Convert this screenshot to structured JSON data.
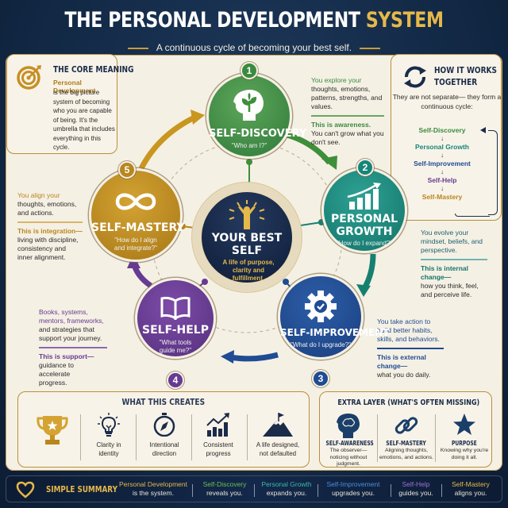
{
  "header": {
    "title_main": "THE PERSONAL DEVELOPMENT",
    "title_accent": "SYSTEM",
    "subtitle": "A continuous cycle of becoming your best self."
  },
  "colors": {
    "navy": "#132a47",
    "gold": "#e5b84a",
    "discovery_green": "#3a8a3f",
    "growth_teal": "#178579",
    "improvement_blue": "#1f4c93",
    "help_purple": "#663b92",
    "mastery_gold": "#b8861e",
    "cream": "#f5f0e4"
  },
  "core_meaning": {
    "icon": "target-icon",
    "heading": "THE CORE MEANING",
    "lead": "Personal Development",
    "body": "is the big picture system of becoming who you are capable of being. It's the umbrella that includes everything in this cycle."
  },
  "how_it_works": {
    "icon": "cycle-arrows-icon",
    "heading": "HOW IT WORKS TOGETHER",
    "intro": "They are not separate— they form a continuous cycle:",
    "flow": [
      {
        "label": "Self-Discovery",
        "color": "#3a8a3f"
      },
      {
        "label": "Personal Growth",
        "color": "#178579"
      },
      {
        "label": "Self-Improvement",
        "color": "#1f4c93"
      },
      {
        "label": "Self-Help",
        "color": "#663b92"
      },
      {
        "label": "Self-Mastery",
        "color": "#b8861e"
      }
    ],
    "flow_arrow": "↓"
  },
  "center": {
    "icon": "raised-arms-person-icon",
    "title_line1": "YOUR BEST",
    "title_line2": "SELF",
    "tagline": "A life of purpose, clarity and fulfillment."
  },
  "stages": [
    {
      "number": "1",
      "icon": "head-sprout-icon",
      "title": "SELF-DISCOVERY",
      "question": "\"Who am I?\"",
      "desc_lead": "You explore your",
      "desc_body": "thoughts, emotions, patterns, strengths, and values.",
      "key_lead": "This is awareness.",
      "key_body": "You can't grow what you don't see."
    },
    {
      "number": "2",
      "icon": "growth-chart-icon",
      "title_line1": "PERSONAL",
      "title_line2": "GROWTH",
      "question": "\"How do I expand?\"",
      "desc_body": "You evolve your mindset, beliefs, and perspective.",
      "key_lead": "This is internal change—",
      "key_body": "how you think, feel, and perceive life."
    },
    {
      "number": "3",
      "icon": "gear-check-icon",
      "title": "SELF-IMPROVEMENT",
      "question": "\"What do I upgrade?\"",
      "desc_body": "You take action to build better habits, skills, and behaviors.",
      "key_lead": "This is external change—",
      "key_body": "what you do daily."
    },
    {
      "number": "4",
      "icon": "open-book-icon",
      "title": "SELF-HELP",
      "question_line1": "\"What tools",
      "question_line2": "guide me?\"",
      "desc_lead": "Books, systems, mentors, frameworks,",
      "desc_body": "and strategies that support your journey.",
      "key_lead": "This is support—",
      "key_body": "guidance to accelerate progress."
    },
    {
      "number": "5",
      "icon": "infinity-icon",
      "title": "SELF-MASTERY",
      "question_line1": "\"How do I align",
      "question_line2": "and integrate?\"",
      "desc_lead": "You align your",
      "desc_body": "thoughts, emotions, and actions.",
      "key_lead": "This is integration—",
      "key_body": "living with discipline, consistency and inner alignment."
    }
  ],
  "what_this_creates": {
    "heading": "WHAT THIS CREATES",
    "trophy_icon": "trophy-icon",
    "items": [
      {
        "icon": "lightbulb-icon",
        "label_line1": "Clarity in",
        "label_line2": "identity"
      },
      {
        "icon": "compass-icon",
        "label_line1": "Intentional",
        "label_line2": "direction"
      },
      {
        "icon": "rising-chart-icon",
        "label_line1": "Consistent",
        "label_line2": "progress"
      },
      {
        "icon": "mountain-flag-icon",
        "label_line1": "A life designed,",
        "label_line2": "not defaulted"
      }
    ]
  },
  "extra_layer": {
    "heading": "EXTRA LAYER (WHAT'S OFTEN MISSING)",
    "items": [
      {
        "icon": "brain-head-icon",
        "title": "SELF-AWARENESS",
        "body": "The observer— noticing without judgment."
      },
      {
        "icon": "chain-link-icon",
        "title": "SELF-MASTERY",
        "body": "Aligning thoughts, emotions, and actions."
      },
      {
        "icon": "star-icon",
        "title": "PURPOSE",
        "body": "Knowing why you're doing it all."
      }
    ]
  },
  "summary": {
    "icon": "heart-icon",
    "title": "SIMPLE SUMMARY",
    "items": [
      {
        "term": "Personal Development",
        "desc": "is the system.",
        "color": "#e5b84a"
      },
      {
        "term": "Self-Discovery",
        "desc": "reveals you.",
        "color": "#6fbf4a"
      },
      {
        "term": "Personal Growth",
        "desc": "expands you.",
        "color": "#3fb8a8"
      },
      {
        "term": "Self-Improvement",
        "desc": "upgrades you.",
        "color": "#4a8fe0"
      },
      {
        "term": "Self-Help",
        "desc": "guides you.",
        "color": "#a070d8"
      },
      {
        "term": "Self-Mastery",
        "desc": "aligns you.",
        "color": "#e5b84a"
      }
    ]
  }
}
